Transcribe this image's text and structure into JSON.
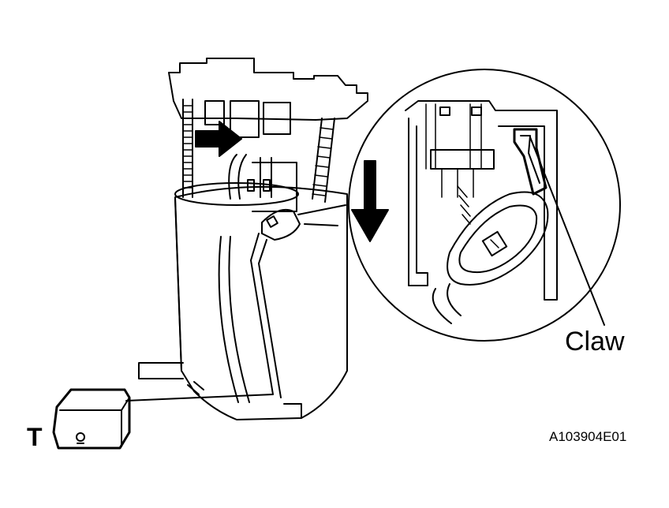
{
  "labels": {
    "claw": "Claw",
    "tester": "T",
    "figure_code": "A103904E01"
  },
  "colors": {
    "line": "#000000",
    "background": "#ffffff"
  }
}
